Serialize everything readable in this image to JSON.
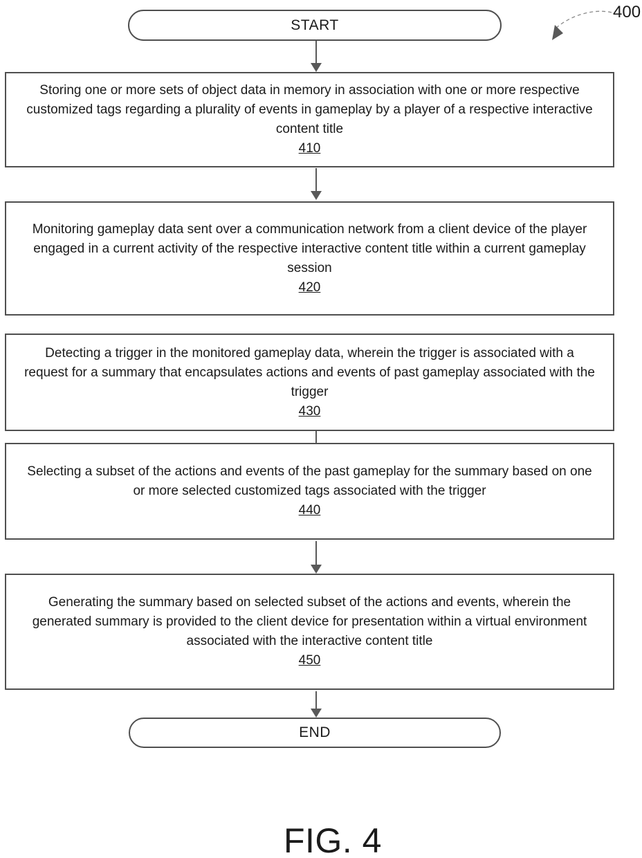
{
  "figure": {
    "reference_number": "400",
    "caption": "FIG. 4"
  },
  "flowchart": {
    "start_label": "START",
    "end_label": "END",
    "steps": [
      {
        "number": "410",
        "text": "Storing one or more sets of object data in memory in association with one or more respective customized tags regarding a plurality of events in gameplay by a player of a respective interactive content title"
      },
      {
        "number": "420",
        "text": "Monitoring gameplay data sent over a communication network from a client device of the player engaged in a current activity of the respective interactive content title within a current gameplay session"
      },
      {
        "number": "430",
        "text": "Detecting a trigger in the monitored gameplay data, wherein the trigger is associated with a request for a summary that encapsulates actions and events of past gameplay associated with the trigger"
      },
      {
        "number": "440",
        "text": "Selecting a subset of the actions and events of the past gameplay for the summary based on one or more selected customized tags associated with the trigger"
      },
      {
        "number": "450",
        "text": "Generating the summary based on selected subset of the actions and events, wherein the generated summary is provided to the client device for presentation within a virtual environment associated with the interactive content title"
      }
    ]
  },
  "colors": {
    "line": "#4f4f4f",
    "arrow": "#595959",
    "text": "#1b1b1b",
    "background": "#ffffff"
  }
}
